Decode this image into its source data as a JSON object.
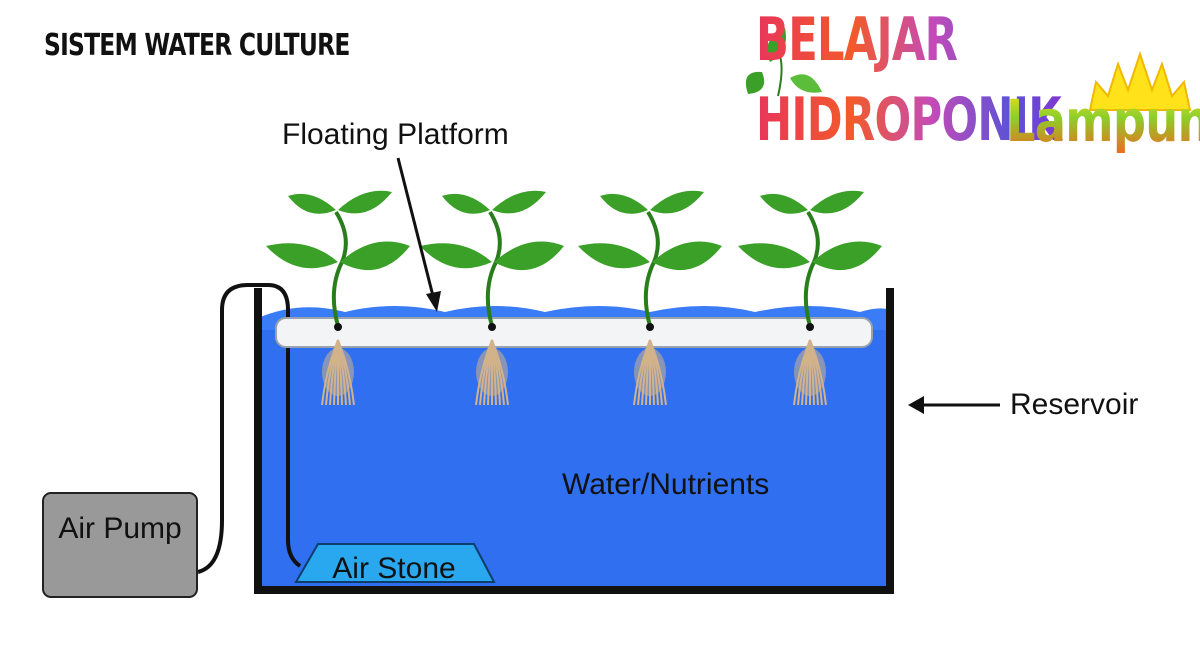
{
  "title": "SISTEM WATER CULTURE",
  "logo": {
    "line1": "BELAJAR HIDROPONIK",
    "line2": "Lampung"
  },
  "labels": {
    "floating_platform": "Floating Platform",
    "reservoir": "Reservoir",
    "water_nutrients": "Water/Nutrients",
    "air_pump": "Air Pump",
    "air_stone": "Air Stone"
  },
  "plants": [
    "plant-1",
    "plant-2",
    "plant-3",
    "plant-4"
  ],
  "colors": {
    "water": "#2f6ff0",
    "water_top": "#3a7cf5",
    "leaf": "#3aa028",
    "leaf_dark": "#2a7d1c",
    "platform": "#f2f4f6",
    "root": "#d2b28a",
    "pump": "#999999",
    "air_stone": "#2aa8ef",
    "tank_wall": "#111111"
  }
}
